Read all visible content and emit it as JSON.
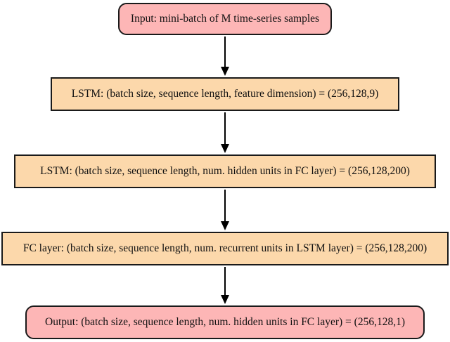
{
  "diagram": {
    "title": "LSTM network architecture flowchart",
    "colors": {
      "node_pink_fill": "#fdb6b6",
      "node_peach_fill": "#fcd8ab",
      "node_border": "#1a1a1a",
      "arrow": "#000000",
      "background": "#ffffff"
    },
    "nodes": [
      {
        "id": "input",
        "shape": "rounded-rect",
        "fill": "#fdb6b6",
        "label": "Input: mini-batch of M time-series samples"
      },
      {
        "id": "lstm-layer-1",
        "shape": "rect",
        "fill": "#fcd8ab",
        "label": "LSTM: (batch size, sequence length, feature dimension) = (256,128,9)"
      },
      {
        "id": "lstm-layer-2",
        "shape": "rect",
        "fill": "#fcd8ab",
        "label": "LSTM: (batch size, sequence length, num. hidden units in FC layer) = (256,128,200)"
      },
      {
        "id": "fc-layer",
        "shape": "rect",
        "fill": "#fcd8ab",
        "label": "FC layer: (batch size, sequence length, num. recurrent units in LSTM layer) = (256,128,200)"
      },
      {
        "id": "output",
        "shape": "rounded-rect",
        "fill": "#fdb6b6",
        "label": "Output: (batch size, sequence length, num. hidden units in FC layer) = (256,128,1)"
      }
    ],
    "edges": [
      {
        "from": "input",
        "to": "lstm-layer-1"
      },
      {
        "from": "lstm-layer-1",
        "to": "lstm-layer-2"
      },
      {
        "from": "lstm-layer-2",
        "to": "fc-layer"
      },
      {
        "from": "fc-layer",
        "to": "output"
      }
    ]
  }
}
